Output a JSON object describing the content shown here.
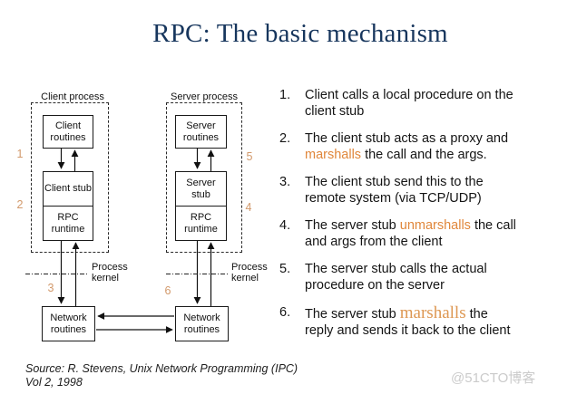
{
  "title": "RPC: The basic mechanism",
  "palette": {
    "title_color": "#17365D",
    "keyword_orange": "#E0873B",
    "marker_orange": "#D2996B",
    "watermark_gray": "#CBCBCB"
  },
  "diagram": {
    "client": {
      "process_label": "Client process",
      "routines": "Client routines",
      "stub": "Client stub",
      "runtime": "RPC runtime"
    },
    "server": {
      "process_label": "Server process",
      "routines": "Server routines",
      "stub": "Server stub",
      "runtime": "RPC runtime"
    },
    "network_left": "Network routines",
    "network_right": "Network routines",
    "kernel_divider_left": {
      "line1": "Process",
      "line2": "kernel"
    },
    "kernel_divider_right": {
      "line1": "Process",
      "line2": "kernel"
    },
    "markers": {
      "m1": "1",
      "m2": "2",
      "m3": "3",
      "m4": "4",
      "m5": "5",
      "m6": "6"
    }
  },
  "steps": [
    {
      "num": "1.",
      "segments": [
        {
          "t": "Client calls a local procedure on the\nclient stub"
        }
      ]
    },
    {
      "num": "2.",
      "segments": [
        {
          "t": "The client stub acts as a proxy and\n"
        },
        {
          "t": "marshalls",
          "c": "kw"
        },
        {
          "t": " the call and the args."
        }
      ]
    },
    {
      "num": "3.",
      "segments": [
        {
          "t": "The client stub send this to the\nremote system (via TCP/UDP)"
        }
      ]
    },
    {
      "num": "4.",
      "segments": [
        {
          "t": "The server stub "
        },
        {
          "t": "unmarshalls",
          "c": "kw"
        },
        {
          "t": " the call\nand args from the client"
        }
      ]
    },
    {
      "num": "5.",
      "segments": [
        {
          "t": "The server stub calls the actual\nprocedure on the server"
        }
      ]
    },
    {
      "num": "6.",
      "segments": [
        {
          "t": "The server stub "
        },
        {
          "t": "marshalls",
          "c": "kw-serif"
        },
        {
          "t": " the\nreply and sends it back to the client"
        }
      ]
    }
  ],
  "footer": {
    "source_line1": "Source: R. Stevens, Unix Network Programming (IPC)",
    "source_line2": "Vol 2,  1998"
  },
  "watermark": "@51CTO博客"
}
